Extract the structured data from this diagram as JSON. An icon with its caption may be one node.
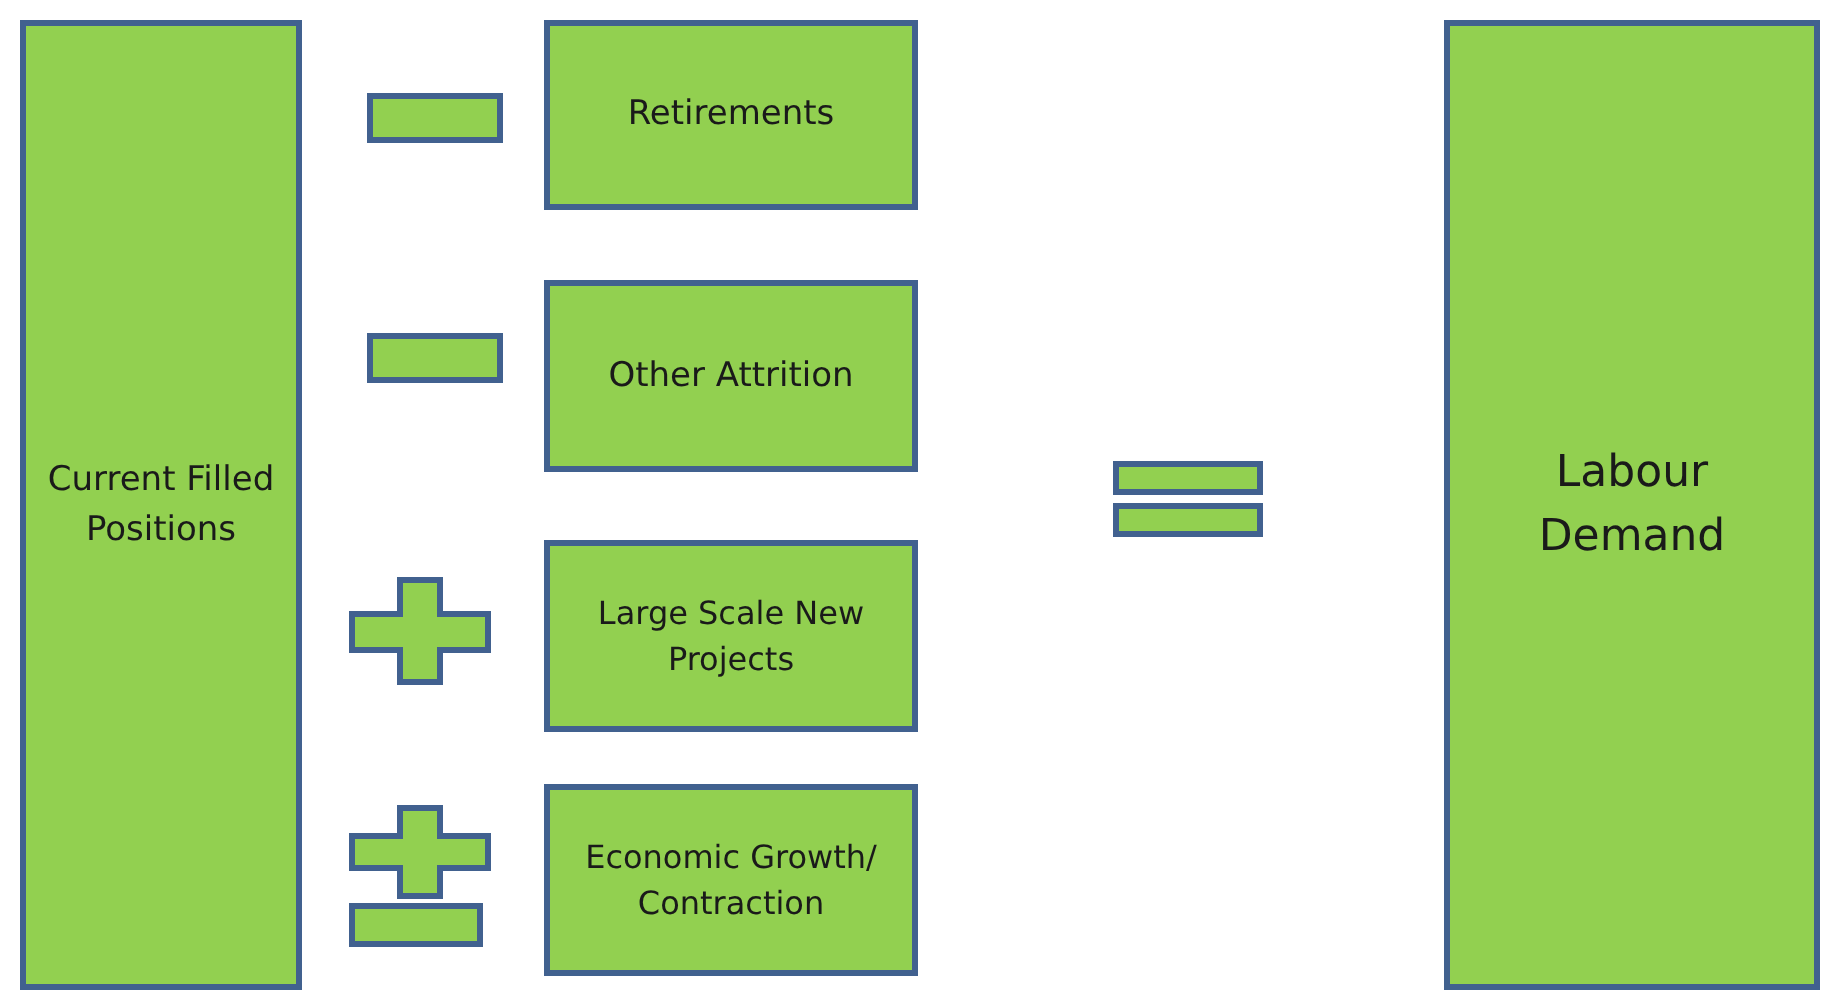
{
  "diagram": {
    "nodes": [
      {
        "text": [
          "Current Filled Positions"
        ]
      },
      {
        "text": [
          "Retirements"
        ]
      },
      {
        "text": [
          "Other Attrition"
        ]
      },
      {
        "text": [
          "Large Scale New Projects"
        ]
      },
      {
        "text": [
          "Economic Growth/ Contraction"
        ]
      },
      {
        "text": [
          "Labour Demand"
        ]
      }
    ]
  }
}
